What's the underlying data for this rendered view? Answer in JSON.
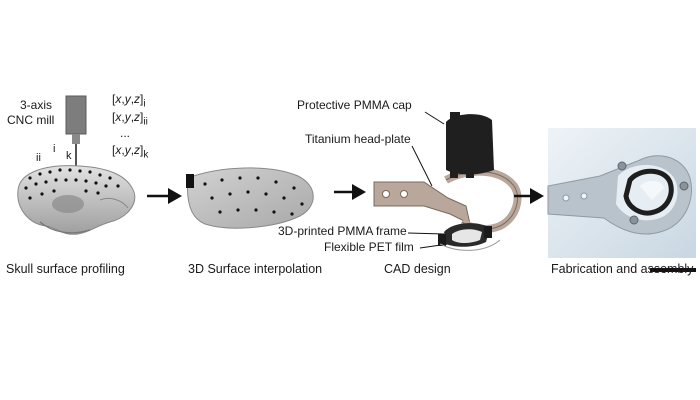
{
  "panel1": {
    "machine_line1": "3-axis",
    "machine_line2": "CNC mill",
    "point_labels": [
      "ii",
      "i",
      "k"
    ],
    "coords": [
      {
        "sub": "i"
      },
      {
        "sub": "ii"
      },
      {
        "ellipsis": "..."
      },
      {
        "sub": "k"
      }
    ],
    "coord_prefix": "[x,y,z]"
  },
  "panel3": {
    "callouts": {
      "cap": "Protective PMMA cap",
      "plate": "Titanium head-plate",
      "frame": "3D-printed PMMA frame",
      "film": "Flexible PET film"
    }
  },
  "captions": {
    "step1": "Skull surface profiling",
    "step2": "3D Surface interpolation",
    "step3": "CAD design",
    "step4": "Fabrication and assembly"
  },
  "colors": {
    "skull": "#c9c9c9",
    "surface": "#bdbdbd",
    "metal": "#b8a79a",
    "cap": "#1f1f1f",
    "photo_bg": "#dbe6ee"
  }
}
